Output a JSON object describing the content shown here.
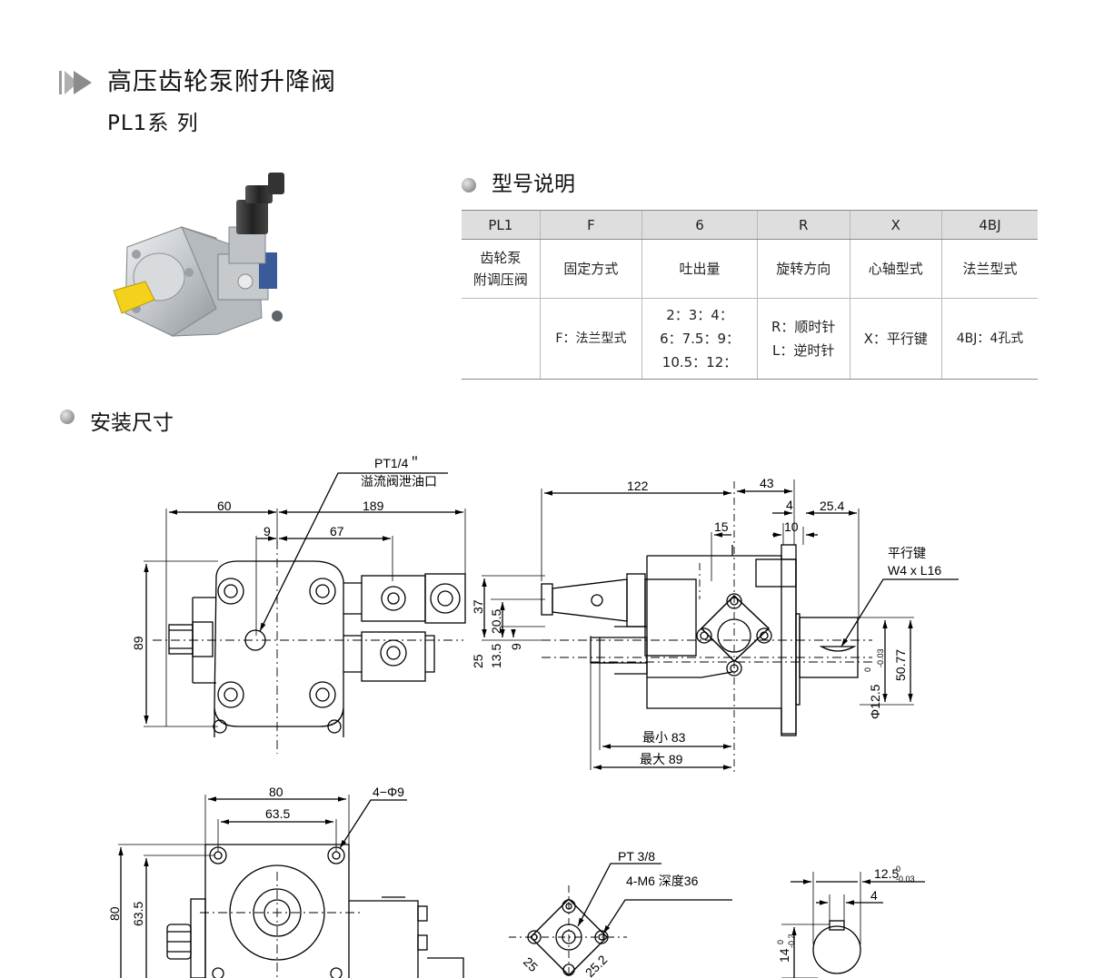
{
  "header": {
    "title": "高压齿轮泵附升降阀",
    "subtitle": "PL1系 列"
  },
  "model_section": {
    "title": "型号说明",
    "table": {
      "headers": [
        "PL1",
        "F",
        "6",
        "R",
        "X",
        "4BJ"
      ],
      "row_names": [
        "齿轮泵\n附调压阀",
        "固定方式",
        "吐出量",
        "旋转方向",
        "心轴型式",
        "法兰型式"
      ],
      "row_values": [
        "",
        "F：法兰型式",
        "2：3：4：\n6：7.5：9：\n10.5：12：",
        "R：顺时针\nL：逆时针",
        "X：平行键",
        "4BJ：4孔式"
      ]
    }
  },
  "install_section": {
    "title": "安装尺寸"
  },
  "drawing": {
    "front_view": {
      "dims": [
        "60",
        "189",
        "9",
        "67",
        "89",
        "37",
        "20.5",
        "13.5",
        "9",
        "25"
      ],
      "note_port": "PT1/4＂",
      "note_desc": "溢流阀泄油口"
    },
    "side_view": {
      "dims": [
        "122",
        "43",
        "4",
        "25.4",
        "15",
        "10",
        "50.77"
      ],
      "shaft_dia": "Φ12.5",
      "shaft_tol_upper": "0",
      "shaft_tol_lower": "-0.03",
      "min_label": "最小 83",
      "max_label": "最大 89",
      "key_label": "平行键",
      "key_size": "W4 x L16"
    },
    "flange_view": {
      "dims": [
        "80",
        "63.5",
        "80",
        "63.5"
      ],
      "holes": "4−Φ9"
    },
    "port_view": {
      "port": "PT 3/8",
      "bolts": "4-M6 深度36",
      "dims": [
        "25",
        "25.2"
      ]
    },
    "shaft_view": {
      "dim_top": "12.5",
      "dim_top_tol_upper": "0",
      "dim_top_tol_lower": "-0.03",
      "dim_key": "4",
      "dim_h": "14",
      "dim_h_tol_upper": "0",
      "dim_h_tol_lower": "-0.2"
    }
  },
  "colors": {
    "section_dot": "#6f6f6f",
    "table_header_bg": "#dedede",
    "arrow_icon": "#8c8c8c",
    "pump_body": "#c8ccd0",
    "shaft_yellow": "#f2d21a",
    "solenoid": "#2b2b2b"
  }
}
